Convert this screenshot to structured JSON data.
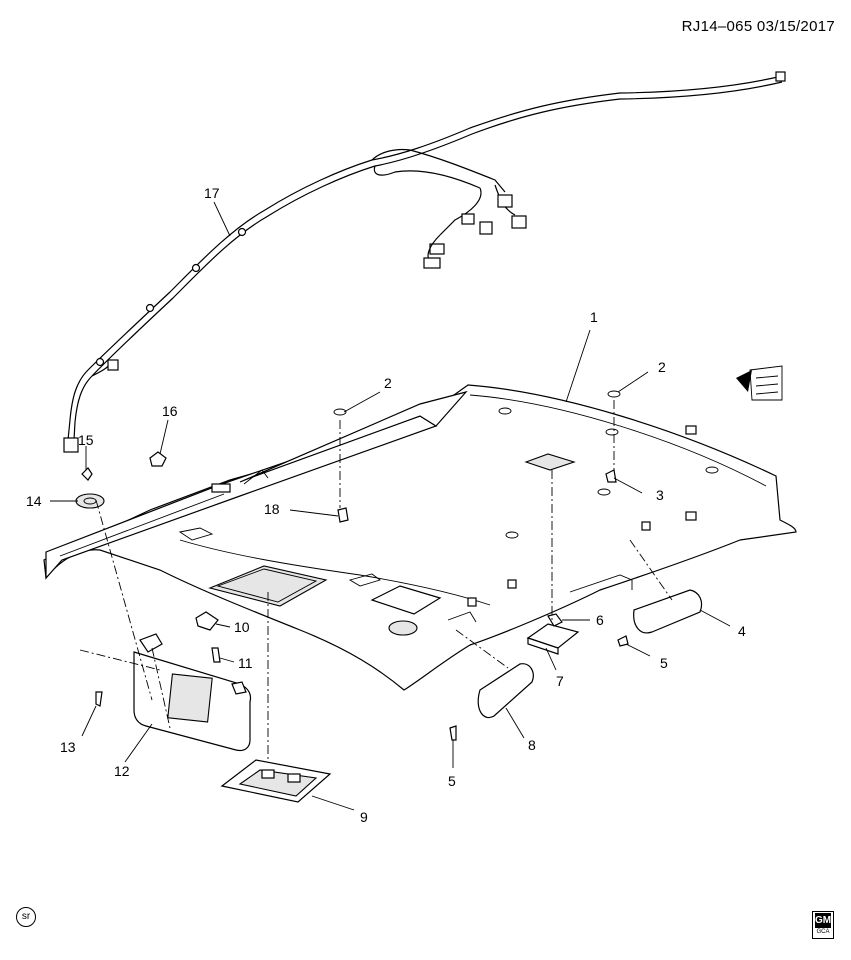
{
  "header": {
    "ref": "RJ14–065  03/15/2017"
  },
  "callouts": {
    "c1": "1",
    "c2a": "2",
    "c2b": "2",
    "c3": "3",
    "c4": "4",
    "c5a": "5",
    "c5b": "5",
    "c6": "6",
    "c7": "7",
    "c8": "8",
    "c9": "9",
    "c10": "10",
    "c11": "11",
    "c12": "12",
    "c13": "13",
    "c14": "14",
    "c15": "15",
    "c16": "16",
    "c17": "17",
    "c18": "18"
  },
  "footer": {
    "sr": "sr",
    "gm_logo": "GM",
    "gm_sub": "GCA"
  }
}
